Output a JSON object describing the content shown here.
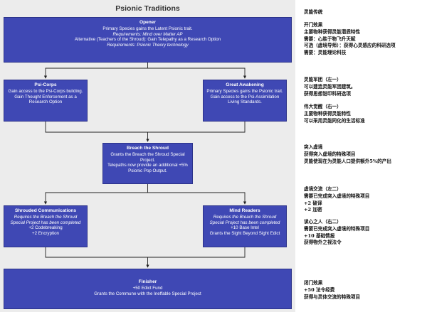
{
  "title": "Psionic Traditions",
  "colors": {
    "node_fill": "#3f48b4",
    "node_border": "#2c338a",
    "background": "#ececec",
    "connector": "#222222"
  },
  "nodes": {
    "opener": {
      "name": "Opener",
      "lines": [
        {
          "text": "Primary Species gains the Latent Psionic trait.",
          "italic": false
        },
        {
          "text": "Requirements: Mind over Matter AP",
          "italic": true
        },
        {
          "text": "Alternative (Teachers of the Shroud): Gain Telepathy as a Research Option",
          "italic": false
        },
        {
          "text": "Requirements: Psionic Theory technology",
          "italic": true
        }
      ]
    },
    "psi_corps": {
      "name": "Psi-Corps",
      "lines": [
        {
          "text": "Gain access to the Psi-Corps building.",
          "italic": false
        },
        {
          "text": "Gain Thought Enforcement as a Research Option",
          "italic": false
        }
      ]
    },
    "great_awakening": {
      "name": "Great Awakening",
      "lines": [
        {
          "text": "Primary Species gains the Psionic trait.",
          "italic": false
        },
        {
          "text": "Gain access to the Psi-Assimilation Living Standards.",
          "italic": false
        }
      ]
    },
    "breach": {
      "name": "Breach the Shroud",
      "lines": [
        {
          "text": "Grants the Breach the Shroud Special Project.",
          "italic": false
        },
        {
          "text": "Telepaths now provide an additional +5% Psionic Pop Output.",
          "italic": false
        }
      ]
    },
    "shrouded": {
      "name": "Shrouded Communications",
      "lines": [
        {
          "text": "Requires the Breach the Shroud Special Project has been completed",
          "italic": true
        },
        {
          "text": "+2 Codebreaking",
          "italic": false
        },
        {
          "text": "+2 Encryption",
          "italic": false
        }
      ]
    },
    "mind_readers": {
      "name": "Mind Readers",
      "lines": [
        {
          "text": "Requires the Breach the Shroud Special Project has been completed",
          "italic": true
        },
        {
          "text": "+10 Base Intel",
          "italic": false
        },
        {
          "text": "Grants the Sight Beyond Sight Edict",
          "italic": false
        }
      ]
    },
    "finisher": {
      "name": "Finisher",
      "lines": [
        {
          "text": "+50 Edict Fund",
          "italic": false
        },
        {
          "text": "Grants the Commune with the Ineffable Special Project",
          "italic": false
        }
      ]
    }
  },
  "notes": [
    {
      "lines": [
        "灵能传统"
      ]
    },
    {
      "lines": [
        "开门效果",
        "主要物种获得灵能潜质特性",
        "需要：心胜于物飞升天赋",
        "可选（虚境导师）：获得心灵感应的科研选项",
        "需要：灵能理论科技"
      ]
    },
    {
      "lines": [
        "灵能军团（左一）",
        "可以建造灵能军团建筑。",
        "获得思想钳印科研选项"
      ]
    },
    {
      "lines": [
        "伟大觉醒（右一）",
        "主要物种获得灵能特性",
        "可以采用灵能同化的生活标准"
      ]
    },
    {
      "lines": [
        "突入虚境",
        "获得突入虚境的特殊项目",
        "灵能使现在为灵能人口提供额外5%的产出"
      ]
    },
    {
      "lines": [
        "虚境交流（左二）",
        "需要已完成突入虚境的特殊项目",
        "+2 破译",
        "+2 加密"
      ]
    },
    {
      "lines": [
        "读心之人（右二）",
        "需要已完成突入虚境的特殊项目",
        "+10 基础情报",
        "获得物外之视法令"
      ]
    },
    {
      "lines": [
        "闭门效果",
        "+50 法令经费",
        "获得与灵体交流的特殊项目"
      ]
    }
  ]
}
